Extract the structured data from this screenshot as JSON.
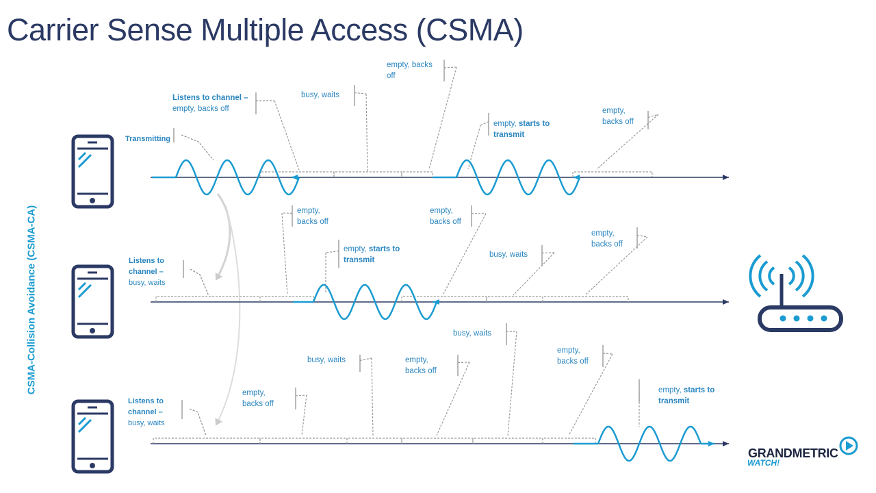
{
  "title": "Carrier Sense Multiple Access (CSMA)",
  "side_label": "CSMA-Collision Avoidance (CSMA-CA)",
  "colors": {
    "navy": "#2b3a64",
    "accent": "#1a9bd1",
    "dash": "#9a9a9a",
    "axis": "#2b3a64"
  },
  "phones": [
    {
      "id": "phone-1",
      "label_lines": [
        {
          "text": "Transmitting",
          "bold": true
        }
      ]
    },
    {
      "id": "phone-2",
      "label_lines": [
        {
          "text": "Listens to",
          "bold": true
        },
        {
          "text": "channel –",
          "bold": true
        },
        {
          "text": "busy, waits",
          "bold": false
        }
      ]
    },
    {
      "id": "phone-3",
      "label_lines": [
        {
          "text": "Listens to",
          "bold": true
        },
        {
          "text": "channel –",
          "bold": true
        },
        {
          "text": "busy, waits",
          "bold": false
        }
      ]
    }
  ],
  "annotations": [
    {
      "lines": [
        [
          {
            "t": "Listens to channel –",
            "b": true
          }
        ],
        [
          {
            "t": "empty, backs off",
            "b": false
          }
        ]
      ]
    },
    {
      "lines": [
        [
          {
            "t": "busy, waits",
            "b": false
          }
        ]
      ]
    },
    {
      "lines": [
        [
          {
            "t": "empty, backs",
            "b": false
          }
        ],
        [
          {
            "t": "off",
            "b": false
          }
        ]
      ]
    },
    {
      "lines": [
        [
          {
            "t": "empty, ",
            "b": false
          },
          {
            "t": "starts to",
            "b": true
          }
        ],
        [
          {
            "t": "transmit",
            "b": true
          }
        ]
      ]
    },
    {
      "lines": [
        [
          {
            "t": "empty,",
            "b": false
          }
        ],
        [
          {
            "t": "backs off",
            "b": false
          }
        ]
      ]
    },
    {
      "lines": [
        [
          {
            "t": "empty,",
            "b": false
          }
        ],
        [
          {
            "t": "backs off",
            "b": false
          }
        ]
      ]
    },
    {
      "lines": [
        [
          {
            "t": "empty, ",
            "b": false
          },
          {
            "t": "starts to",
            "b": true
          }
        ],
        [
          {
            "t": "transmit",
            "b": true
          }
        ]
      ]
    },
    {
      "lines": [
        [
          {
            "t": "empty,",
            "b": false
          }
        ],
        [
          {
            "t": "backs off",
            "b": false
          }
        ]
      ]
    },
    {
      "lines": [
        [
          {
            "t": "busy, waits",
            "b": false
          }
        ]
      ]
    },
    {
      "lines": [
        [
          {
            "t": "empty,",
            "b": false
          }
        ],
        [
          {
            "t": "backs off",
            "b": false
          }
        ]
      ]
    },
    {
      "lines": [
        [
          {
            "t": "busy, waits",
            "b": false
          }
        ]
      ]
    },
    {
      "lines": [
        [
          {
            "t": "busy, waits",
            "b": false
          }
        ]
      ]
    },
    {
      "lines": [
        [
          {
            "t": "empty,",
            "b": false
          }
        ],
        [
          {
            "t": "backs off",
            "b": false
          }
        ]
      ]
    },
    {
      "lines": [
        [
          {
            "t": "empty,",
            "b": false
          }
        ],
        [
          {
            "t": "backs off",
            "b": false
          }
        ]
      ]
    },
    {
      "lines": [
        [
          {
            "t": "empty,",
            "b": false
          }
        ],
        [
          {
            "t": "backs off",
            "b": false
          }
        ]
      ]
    },
    {
      "lines": [
        [
          {
            "t": "empty, ",
            "b": false
          },
          {
            "t": "starts to",
            "b": true
          }
        ],
        [
          {
            "t": "transmit",
            "b": true
          }
        ]
      ]
    }
  ],
  "brand": {
    "name": "GRANDMETRIC",
    "sub": "WATCH!"
  },
  "icons": {
    "phone": "smartphone-icon",
    "router": "wifi-router-icon",
    "play": "play-icon"
  }
}
